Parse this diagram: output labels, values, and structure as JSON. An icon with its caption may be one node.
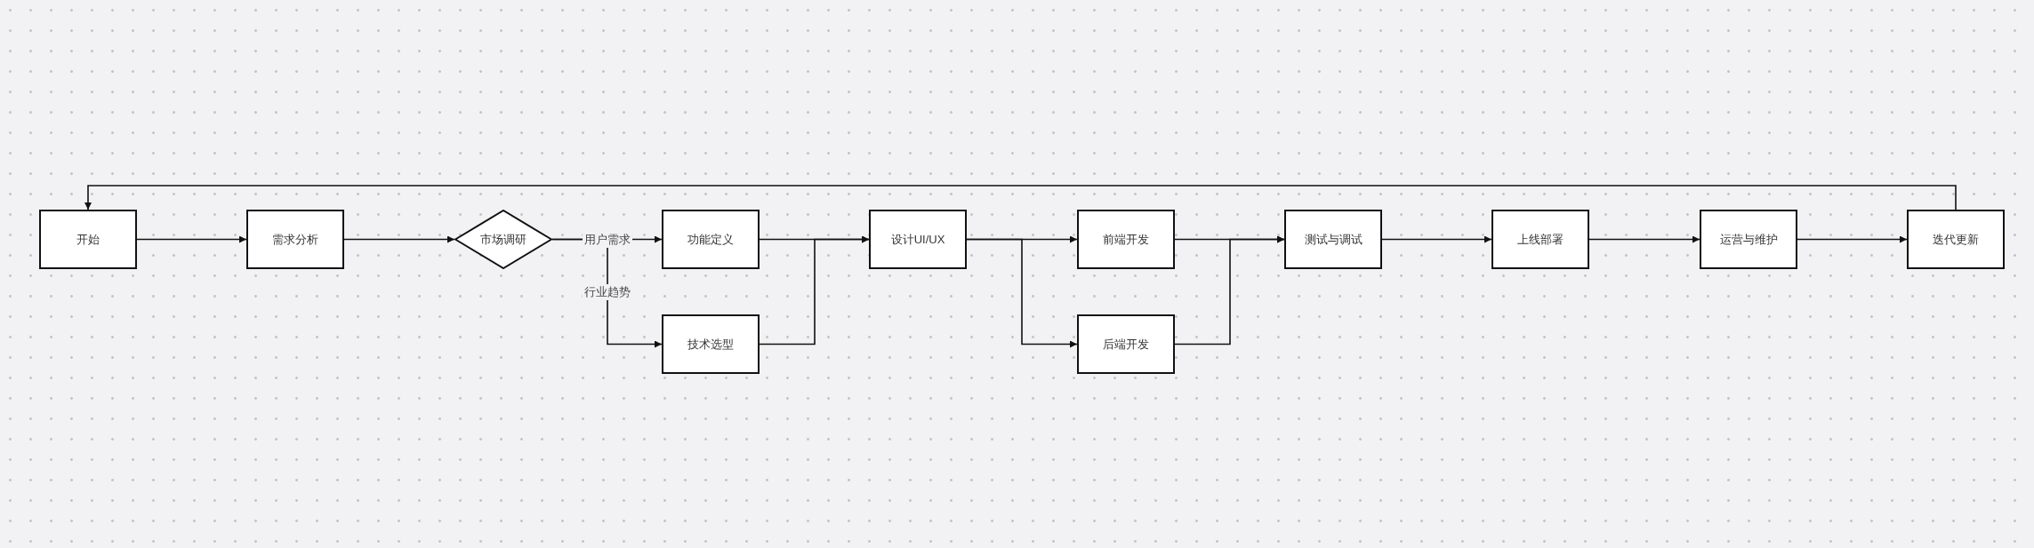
{
  "diagram": {
    "nodes": [
      {
        "text": [
          "开始"
        ]
      },
      {
        "text": [
          "需求分析"
        ]
      },
      {
        "text": [
          "市场调研"
        ]
      },
      {
        "text": [
          "功能定义"
        ]
      },
      {
        "text": [
          "技术选型"
        ]
      },
      {
        "text": [
          "设计UI/UX"
        ]
      },
      {
        "text": [
          "前端开发"
        ]
      },
      {
        "text": [
          "后端开发"
        ]
      },
      {
        "text": [
          "测试与调试"
        ]
      },
      {
        "text": [
          "上线部署"
        ]
      },
      {
        "text": [
          "运营与维护"
        ]
      },
      {
        "text": [
          "迭代更新"
        ]
      }
    ],
    "edges": [
      {
        "from": 0,
        "to": 1,
        "arrow": "to"
      },
      {
        "from": 1,
        "to": 2,
        "arrow": "to"
      },
      {
        "from": 2,
        "to": 3,
        "arrow": "to",
        "label": "用户需求"
      },
      {
        "from": 2,
        "to": 4,
        "arrow": "to",
        "label": "行业趋势"
      },
      {
        "from": 3,
        "to": 5,
        "arrow": "to"
      },
      {
        "from": 4,
        "to": 5,
        "arrow": "to"
      },
      {
        "from": 5,
        "to": 6,
        "arrow": "to"
      },
      {
        "from": 5,
        "to": 7,
        "arrow": "to"
      },
      {
        "from": 6,
        "to": 8,
        "arrow": "to"
      },
      {
        "from": 7,
        "to": 8,
        "arrow": "to"
      },
      {
        "from": 8,
        "to": 9,
        "arrow": "to"
      },
      {
        "from": 9,
        "to": 10,
        "arrow": "to"
      },
      {
        "from": 10,
        "to": 11,
        "arrow": "to"
      },
      {
        "from": 11,
        "to": 0,
        "arrow": "to"
      }
    ]
  }
}
